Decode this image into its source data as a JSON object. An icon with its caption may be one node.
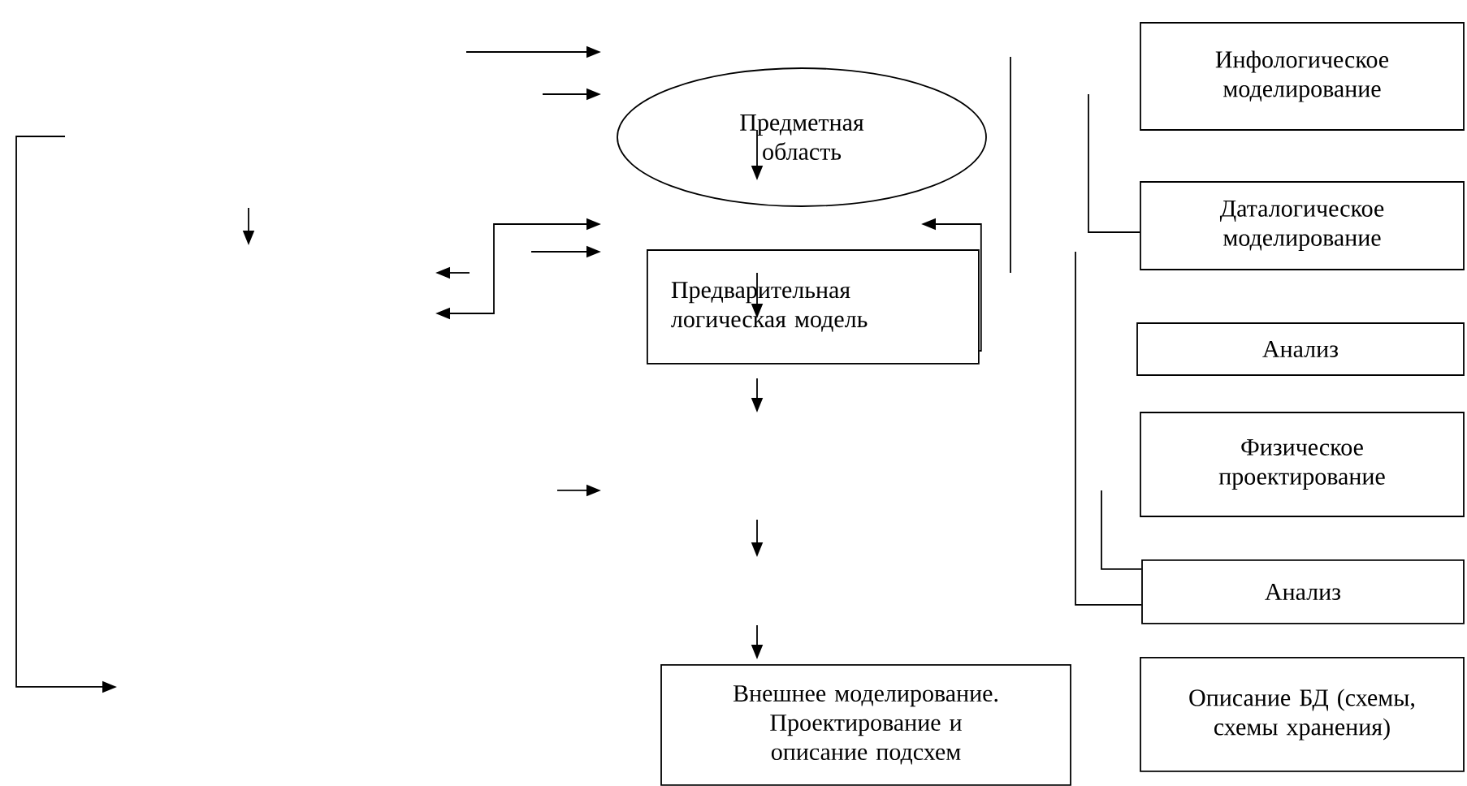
{
  "diagram": {
    "nodes": [
      {
        "text": [
          "Предметная область"
        ]
      },
      {
        "text": [
          "Предварительная логическая модель"
        ]
      },
      {
        "text": [
          "Внешнее моделирование. Проектирование и описание подсхем"
        ]
      },
      {
        "text": [
          "Инфологическое моделирование"
        ]
      },
      {
        "text": [
          "Даталогическое моделирование"
        ]
      },
      {
        "text": [
          "Анализ"
        ]
      },
      {
        "text": [
          "Физическое проектирование"
        ]
      },
      {
        "text": [
          "Анализ"
        ]
      },
      {
        "text": [
          "Описание БД (схемы, схемы хранения)"
        ]
      }
    ],
    "edges": [
      {
        "from": 1,
        "to": null,
        "arrow": "to"
      },
      {
        "from": 4,
        "to": null,
        "arrow": "none"
      },
      {
        "from": 7,
        "to": null,
        "arrow": "none"
      },
      {
        "from": 7,
        "to": null,
        "arrow": "none"
      }
    ]
  }
}
